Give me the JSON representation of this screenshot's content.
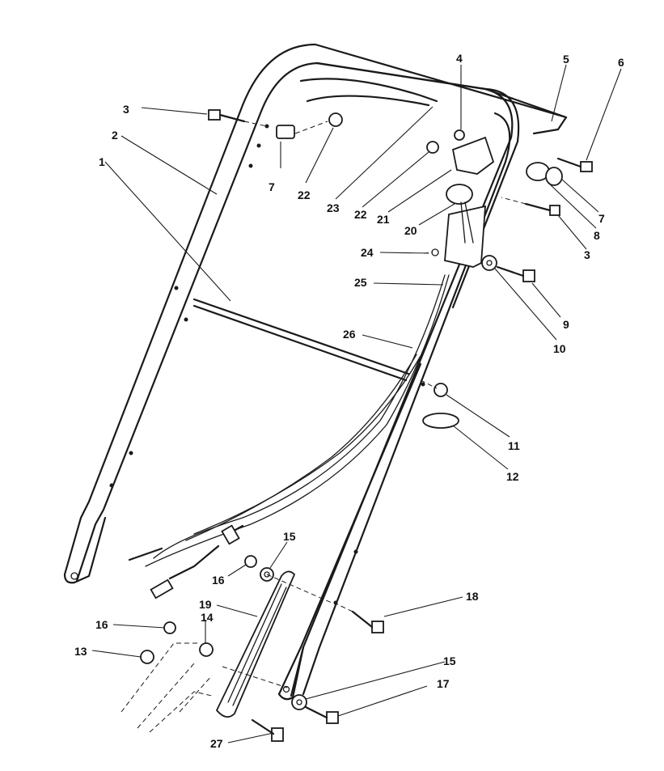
{
  "diagram": {
    "callouts": [
      {
        "id": "c1",
        "text": "1"
      },
      {
        "id": "c2",
        "text": "2"
      },
      {
        "id": "c3a",
        "text": "3"
      },
      {
        "id": "c3b",
        "text": "3"
      },
      {
        "id": "c4",
        "text": "4"
      },
      {
        "id": "c5",
        "text": "5"
      },
      {
        "id": "c6",
        "text": "6"
      },
      {
        "id": "c7a",
        "text": "7"
      },
      {
        "id": "c7b",
        "text": "7"
      },
      {
        "id": "c8",
        "text": "8"
      },
      {
        "id": "c9",
        "text": "9"
      },
      {
        "id": "c10",
        "text": "10"
      },
      {
        "id": "c11",
        "text": "11"
      },
      {
        "id": "c12",
        "text": "12"
      },
      {
        "id": "c13",
        "text": "13"
      },
      {
        "id": "c14",
        "text": "14"
      },
      {
        "id": "c15a",
        "text": "15"
      },
      {
        "id": "c15b",
        "text": "15"
      },
      {
        "id": "c16a",
        "text": "16"
      },
      {
        "id": "c16b",
        "text": "16"
      },
      {
        "id": "c17",
        "text": "17"
      },
      {
        "id": "c18",
        "text": "18"
      },
      {
        "id": "c19",
        "text": "19"
      },
      {
        "id": "c20",
        "text": "20"
      },
      {
        "id": "c21",
        "text": "21"
      },
      {
        "id": "c22a",
        "text": "22"
      },
      {
        "id": "c22b",
        "text": "22"
      },
      {
        "id": "c23",
        "text": "23"
      },
      {
        "id": "c24",
        "text": "24"
      },
      {
        "id": "c25",
        "text": "25"
      },
      {
        "id": "c26",
        "text": "26"
      },
      {
        "id": "c27",
        "text": "27"
      }
    ]
  }
}
